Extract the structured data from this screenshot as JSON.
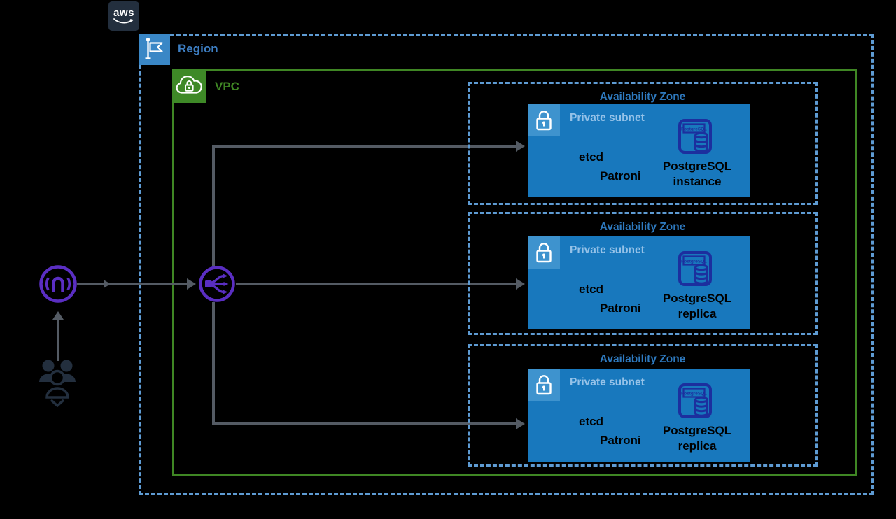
{
  "logo": {
    "text": "aws"
  },
  "region": {
    "label": "Region"
  },
  "vpc": {
    "label": "VPC"
  },
  "azs": [
    {
      "title": "Availability Zone",
      "subnet": {
        "label": "Private subnet",
        "etcd": "etcd",
        "patroni": "Patroni",
        "db": {
          "icon_text": "PostgreSQL",
          "label_line1": "PostgreSQL",
          "label_line2": "instance"
        }
      }
    },
    {
      "title": "Availability Zone",
      "subnet": {
        "label": "Private subnet",
        "etcd": "etcd",
        "patroni": "Patroni",
        "db": {
          "icon_text": "PostgreSQL",
          "label_line1": "PostgreSQL",
          "label_line2": "replica"
        }
      }
    },
    {
      "title": "Availability Zone",
      "subnet": {
        "label": "Private subnet",
        "etcd": "etcd",
        "patroni": "Patroni",
        "db": {
          "icon_text": "PostgreSQL",
          "label_line1": "PostgreSQL",
          "label_line2": "replica"
        }
      }
    }
  ],
  "icons": {
    "users": "users-icon",
    "internet_gateway": "internet-gateway-icon",
    "load_balancer": "load-balancer-icon",
    "region_flag": "flag-icon",
    "vpc_cloud": "cloud-lock-icon",
    "subnet_lock": "lock-icon",
    "database": "postgresql-database-icon"
  },
  "colors": {
    "background": "#000000",
    "region_border": "#5e9bd3",
    "region_icon_fill": "#3a87c6",
    "region_label": "#3d7ec2",
    "vpc_green": "#3f8624",
    "az_border": "#5e9bd3",
    "az_title": "#2e79be",
    "subnet_fill": "#1878bd",
    "subnet_badge_fill": "#3e93ce",
    "subnet_label": "#95c2e8",
    "postgresql_icon": "#1c2f9e",
    "connector_gray": "#545b64",
    "gateway_purple": "#5a2ec2",
    "users_navy": "#232f3e",
    "aws_logo_bg": "#232f3e"
  }
}
